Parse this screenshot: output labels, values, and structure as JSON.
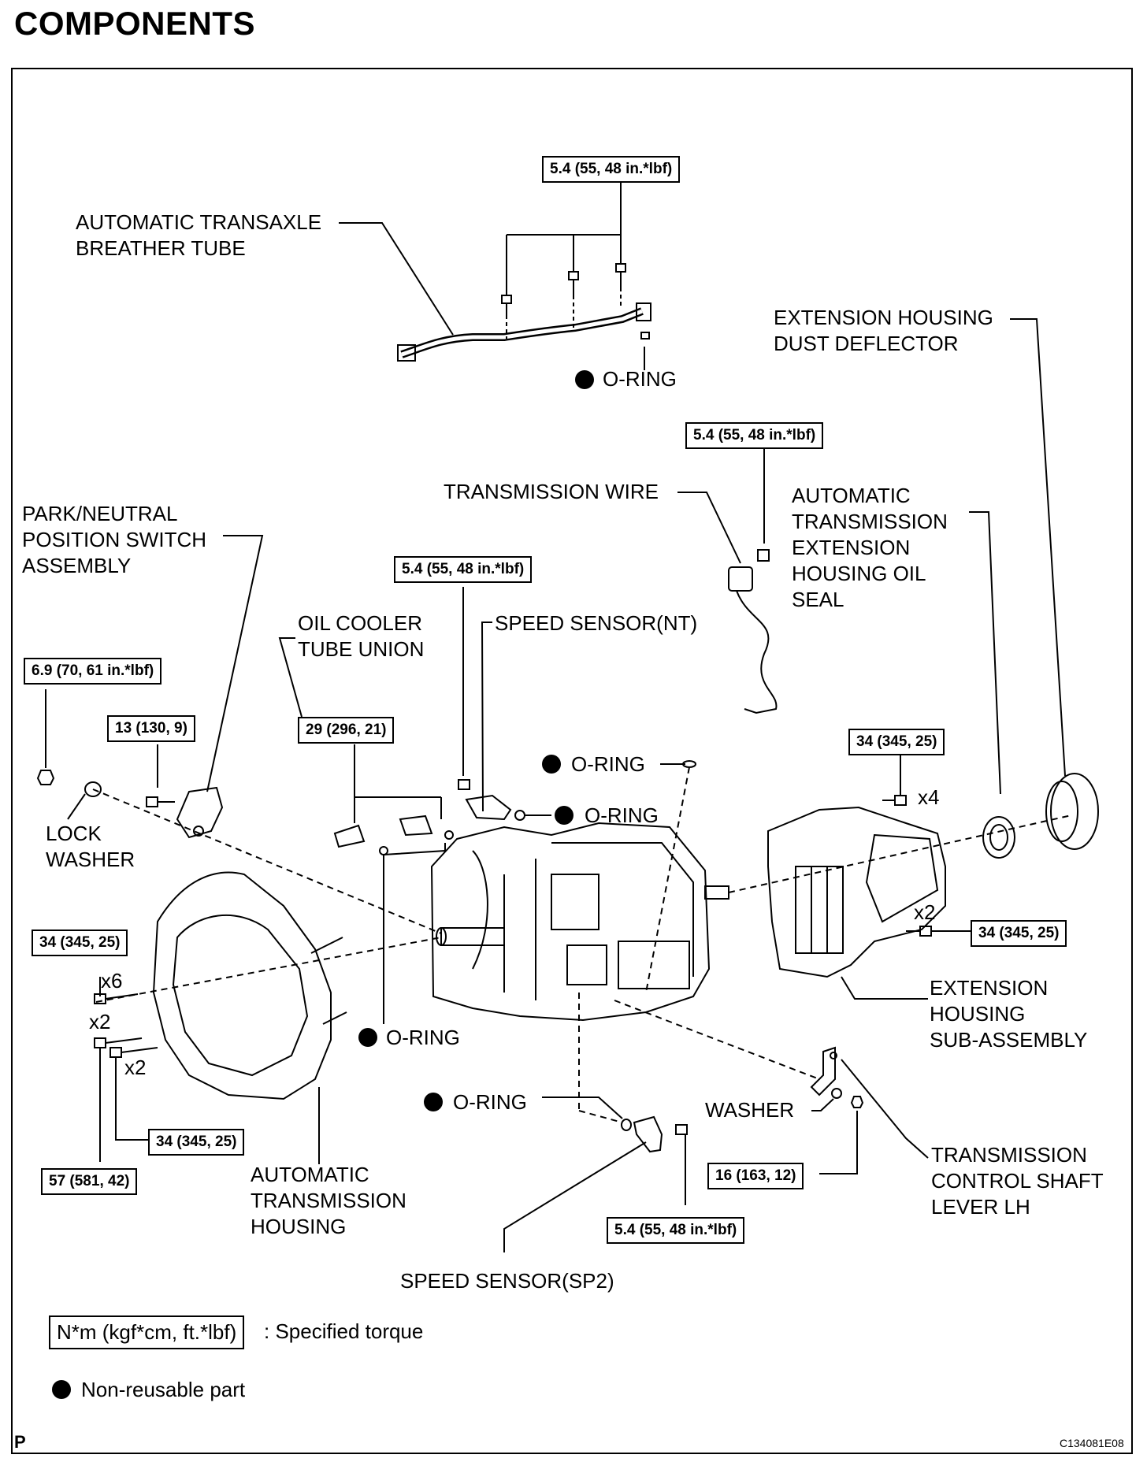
{
  "header": {
    "title": "COMPONENTS"
  },
  "labels": {
    "breather_tube": "AUTOMATIC TRANSAXLE\nBREATHER TUBE",
    "o_ring_top": "O-RING",
    "ext_dust_deflector": "EXTENSION HOUSING\nDUST DEFLECTOR",
    "transmission_wire": "TRANSMISSION WIRE",
    "ext_oil_seal": "AUTOMATIC\nTRANSMISSION\nEXTENSION\nHOUSING OIL\nSEAL",
    "park_neutral": "PARK/NEUTRAL\nPOSITION SWITCH\nASSEMBLY",
    "oil_cooler": "OIL COOLER\nTUBE UNION",
    "speed_sensor_nt": "SPEED SENSOR(NT)",
    "o_ring_mid1": "O-RING",
    "o_ring_mid2": "O-RING",
    "lock_washer": "LOCK\nWASHER",
    "ext_housing_sub": "EXTENSION\nHOUSING\nSUB-ASSEMBLY",
    "o_ring_housing": "O-RING",
    "washer": "WASHER",
    "o_ring_lower": "O-RING",
    "trans_control_lever": "TRANSMISSION\nCONTROL SHAFT\nLEVER LH",
    "auto_trans_housing": "AUTOMATIC\nTRANSMISSION\nHOUSING",
    "speed_sensor_sp2": "SPEED SENSOR(SP2)"
  },
  "torques": {
    "t_breather": "5.4 (55, 48 in.*lbf)",
    "t_wire": "5.4 (55, 48 in.*lbf)",
    "t_nt": "5.4 (55, 48 in.*lbf)",
    "t_lock": "6.9 (70, 61 in.*lbf)",
    "t_pnp": "13 (130, 9)",
    "t_cooler": "29 (296, 21)",
    "t_ext_top": "34 (345, 25)",
    "t_ext_right": "34 (345, 25)",
    "t_housing_left": "34 (345, 25)",
    "t_housing_bot": "34 (345, 25)",
    "t_housing_57": "57 (581, 42)",
    "t_lever": "16 (163, 12)",
    "t_sp2": "5.4 (55, 48 in.*lbf)"
  },
  "multipliers": {
    "x4": "x4",
    "x2_ext": "x2",
    "x6": "x6",
    "x2_a": "x2",
    "x2_b": "x2"
  },
  "legend": {
    "torque_box": "N*m (kgf*cm, ft.*lbf)",
    "torque_desc": ": Specified torque",
    "nonreusable": "Non-reusable part"
  },
  "footer": {
    "page_code": "P",
    "figure_id": "C134081E08"
  }
}
